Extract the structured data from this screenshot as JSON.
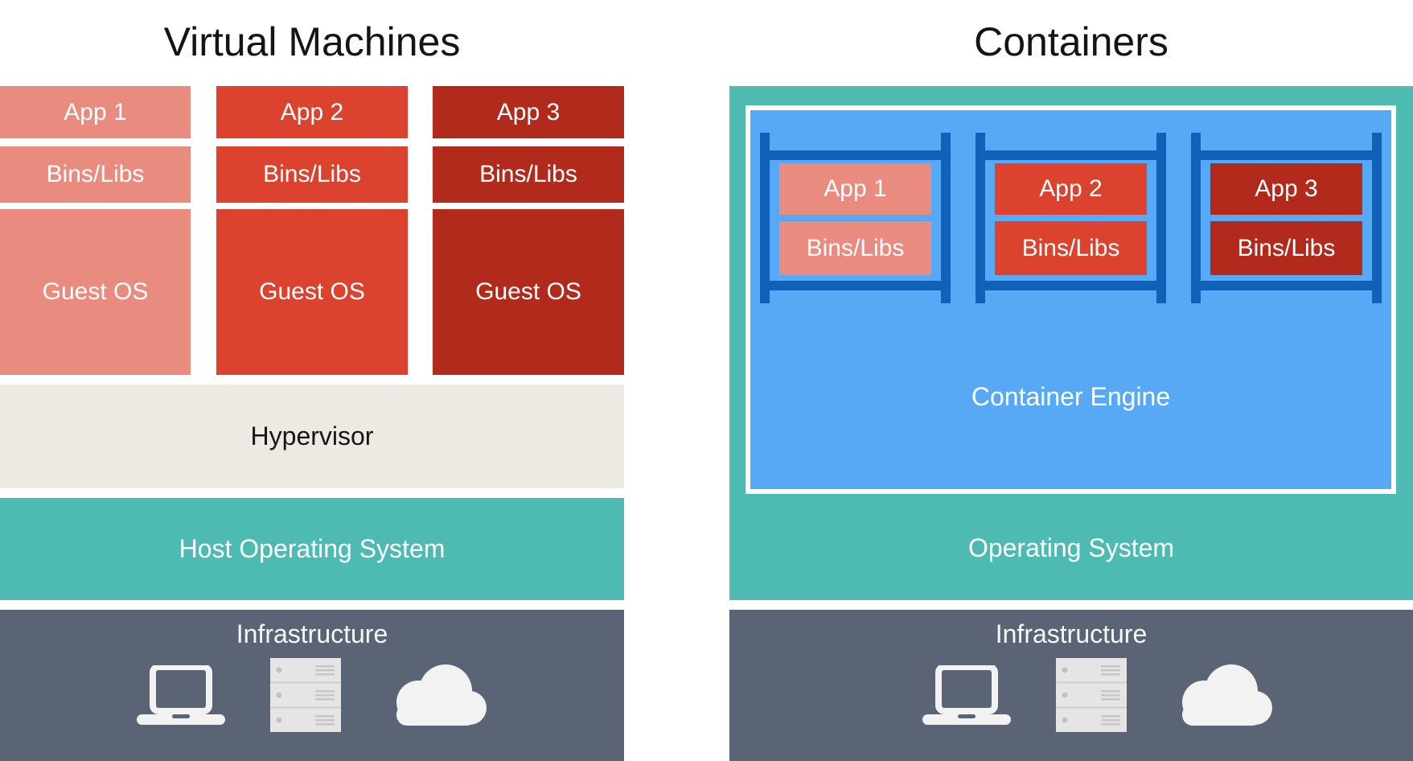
{
  "vm": {
    "title": "Virtual Machines",
    "columns": [
      {
        "app": "App 1",
        "bins": "Bins/Libs",
        "guest": "Guest OS"
      },
      {
        "app": "App 2",
        "bins": "Bins/Libs",
        "guest": "Guest OS"
      },
      {
        "app": "App 3",
        "bins": "Bins/Libs",
        "guest": "Guest OS"
      }
    ],
    "hypervisor": "Hypervisor",
    "host_os": "Host Operating System",
    "infrastructure": "Infrastructure"
  },
  "containers": {
    "title": "Containers",
    "items": [
      {
        "app": "App 1",
        "bins": "Bins/Libs"
      },
      {
        "app": "App 2",
        "bins": "Bins/Libs"
      },
      {
        "app": "App 3",
        "bins": "Bins/Libs"
      }
    ],
    "engine": "Container Engine",
    "os": "Operating System",
    "infrastructure": "Infrastructure"
  },
  "icons": [
    "laptop-icon",
    "server-icon",
    "cloud-icon"
  ],
  "colors": {
    "app1_salmon": "#E98B7F",
    "app2_red": "#DC432F",
    "app3_dark_red": "#B12A1B",
    "hypervisor_beige": "#EFE9E3",
    "os_teal": "#4EBBB3",
    "infrastructure_slate": "#5A6474",
    "engine_blue": "#57A9F6",
    "container_frame_blue": "#1161B8",
    "title_text": "#141414",
    "label_text": "#FFFFFF",
    "icon_light": "#F2F2F2"
  }
}
